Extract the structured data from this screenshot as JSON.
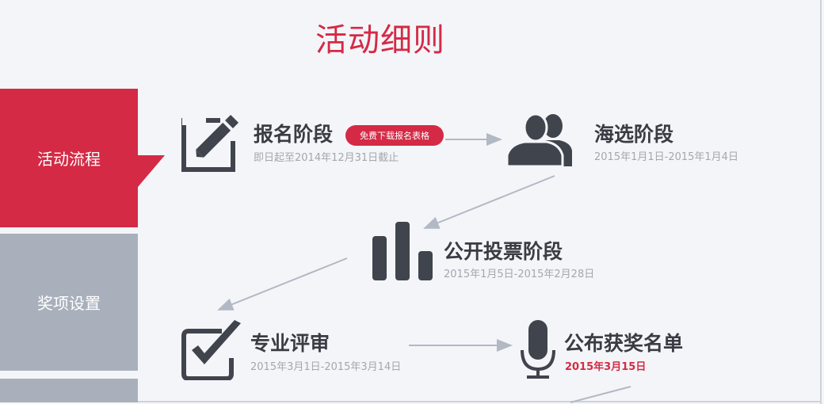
{
  "page": {
    "title": "活动细则"
  },
  "tabs": [
    {
      "label": "活动流程",
      "active": true
    },
    {
      "label": "奖项设置",
      "active": false
    },
    {
      "label": ""
    }
  ],
  "steps": {
    "signup": {
      "title": "报名阶段",
      "date": "即日起至2014年12月31日截止",
      "button_label": "免费下载报名表格",
      "icon": "edit-icon"
    },
    "preselection": {
      "title": "海选阶段",
      "date": "2015年1月1日-2015年1月4日",
      "icon": "users-icon"
    },
    "public_vote": {
      "title": "公开投票阶段",
      "date": "2015年1月5日-2015年2月28日",
      "icon": "bar-chart-icon"
    },
    "expert_review": {
      "title": "专业评审",
      "date": "2015年3月1日-2015年3月14日",
      "icon": "checkbox-icon"
    },
    "announce": {
      "title": "公布获奖名单",
      "date": "2015年3月15日",
      "icon": "microphone-icon"
    }
  },
  "colors": {
    "accent": "#d42a45",
    "icon": "#40444d",
    "tab_inactive": "#a9b0bb",
    "connector": "#b2b8c4"
  }
}
